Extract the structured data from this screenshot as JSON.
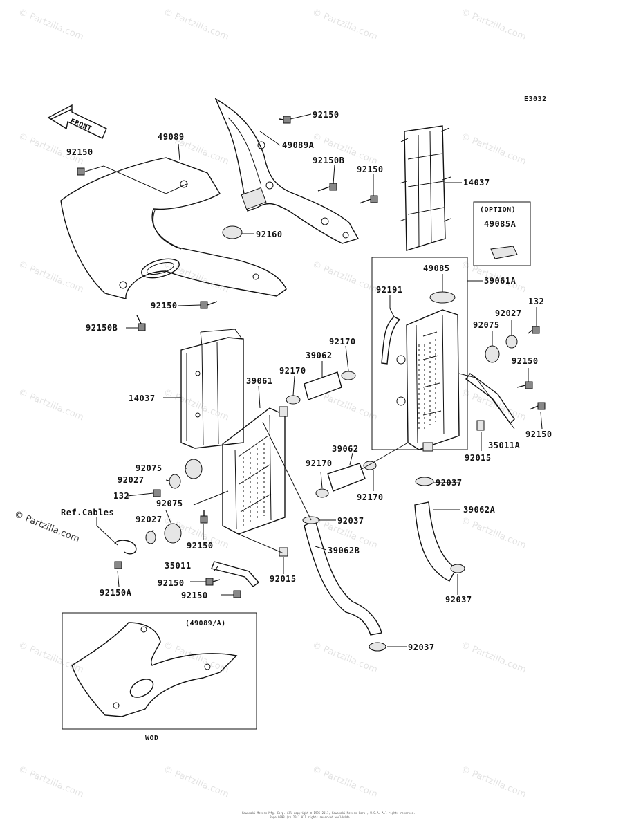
{
  "diagram_code": "E3032",
  "front_marker": "FRONT",
  "credit": "© Partzilla.com",
  "watermark": "© Partzilla.com",
  "option_box": {
    "title": "(OPTION)",
    "part": "49085A"
  },
  "inset_box": {
    "title": "(49089/A)",
    "caption": "WOD"
  },
  "ref_cables": "Ref.Cables",
  "footer": [
    "Kawasaki Motors Mfg. Corp. All copyright © 1995-2011, Kawasaki Motors Corp., U.S.A. All rights reserved.",
    "Page 0093 (c) 2011 All rights reserved worldwide"
  ],
  "labels": {
    "p92150_top": "92150",
    "p49089A": "49089A",
    "p92150B_top": "92150B",
    "p92150_mid": "92150",
    "p14037_top": "14037",
    "p49089": "49089",
    "p92150_left": "92150",
    "p92160": "92160",
    "p92150_shroud": "92150",
    "p92150B_left": "92150B",
    "p49085": "49085",
    "p39061A": "39061A",
    "p92191": "92191",
    "p132_right": "132",
    "p92027_right": "92027",
    "p92075_right": "92075",
    "p92150_right1": "92150",
    "p92170_a": "92170",
    "p39062_a": "39062",
    "p92170_b": "92170",
    "p39061": "39061",
    "p14037_left": "14037",
    "p92150_right2": "92150",
    "p35011A": "35011A",
    "p92015_right": "92015",
    "p92075_left": "92075",
    "p39062_b": "39062",
    "p92170_c": "92170",
    "p92027_left": "92027",
    "p132_left": "132",
    "p92037_a": "92037",
    "p92075_left2": "92075",
    "p92170_d": "92170",
    "p39062A": "39062A",
    "p92027_left2": "92027",
    "p92037_b": "92037",
    "p92150_left2": "92150",
    "p39062B": "39062B",
    "p35011": "35011",
    "p92015_left": "92015",
    "p92150_bottom1": "92150",
    "p92150A": "92150A",
    "p92150_bottom2": "92150",
    "p92037_c": "92037",
    "p92037_d": "92037"
  }
}
